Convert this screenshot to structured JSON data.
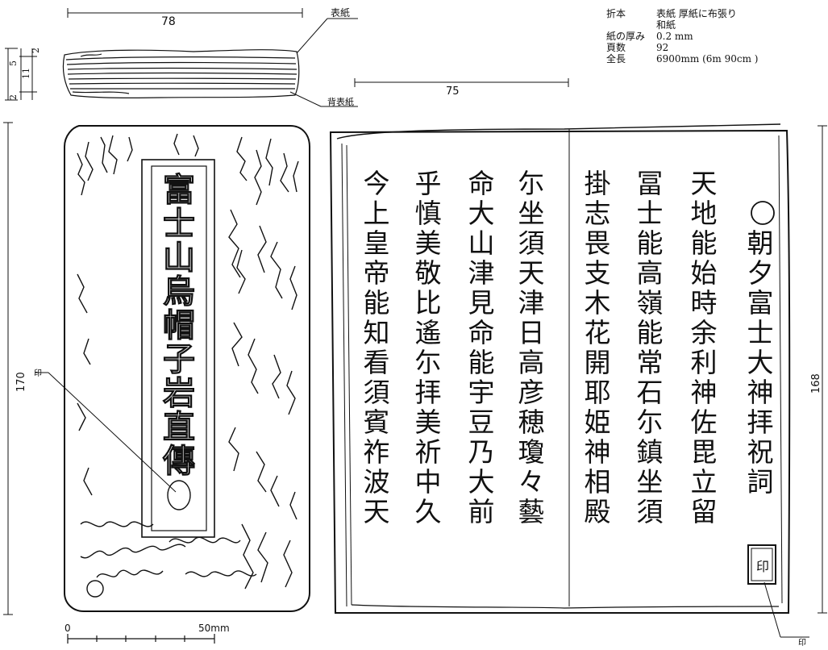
{
  "labels": {
    "top_width": "78",
    "cover": "表紙",
    "back_cover": "背表紙",
    "inner_width": "75",
    "thick_2a": "2",
    "thick_5": "5",
    "thick_11": "11",
    "thick_2b": "2",
    "height": "170",
    "inner_height": "168",
    "scale_zero": "0",
    "scale_50": "50mm",
    "stamp_left": "印",
    "stamp_right": "印"
  },
  "info": {
    "rows": [
      {
        "key": "折本",
        "value": "表紙  厚紙に布張り"
      },
      {
        "key": "",
        "value": "和紙"
      },
      {
        "key": "紙の厚み",
        "value": "0.2 mm"
      },
      {
        "key": "頁数",
        "value": "92"
      },
      {
        "key": "全長",
        "value": "6900mm        (6m 90cm )"
      }
    ]
  },
  "cover_title": "富士山烏帽子岩直傳",
  "page_columns": [
    "朝夕富士大神拝祝詞",
    "天地能始時余利神佐毘立留",
    "冨士能高嶺能常石尓鎮坐須",
    "掛志畏支木花開耶姫神相殿",
    "尓坐須天津日高彦穂瓊々藝",
    "命大山津見命能宇豆乃大前",
    "乎慎美敬比遙尓拝美祈中久",
    "今上皇帝能知看須賓祚波天"
  ],
  "seal_text": "印"
}
